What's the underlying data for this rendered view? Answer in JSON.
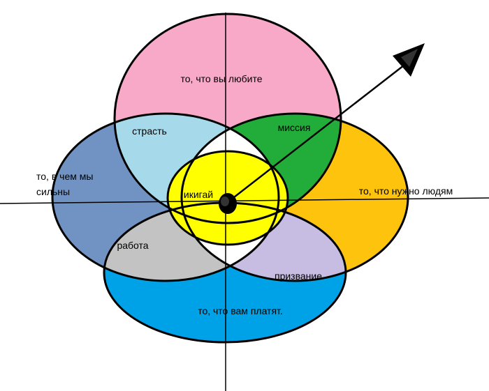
{
  "labels": {
    "love": "то, что вы любите",
    "passion": "страсть",
    "mission": "миссия",
    "good_at_line1": "то, в чем мы",
    "good_at_line2": "сильны",
    "ikigai": "икигай",
    "world_needs": "то, что нужно людям",
    "profession": "работа",
    "vocation": "призвание",
    "paid_for": "то, что вам платят."
  },
  "colors": {
    "love": "#f8a9c8",
    "passion": "#a6d9ea",
    "mission": "#22ac3a",
    "good_at": "#7193c3",
    "world_needs": "#fec30d",
    "profession": "#c3c3c3",
    "vocation": "#c7bde3",
    "paid_for": "#00a2e7",
    "ikigai": "#ffff00",
    "outline": "#000000"
  }
}
